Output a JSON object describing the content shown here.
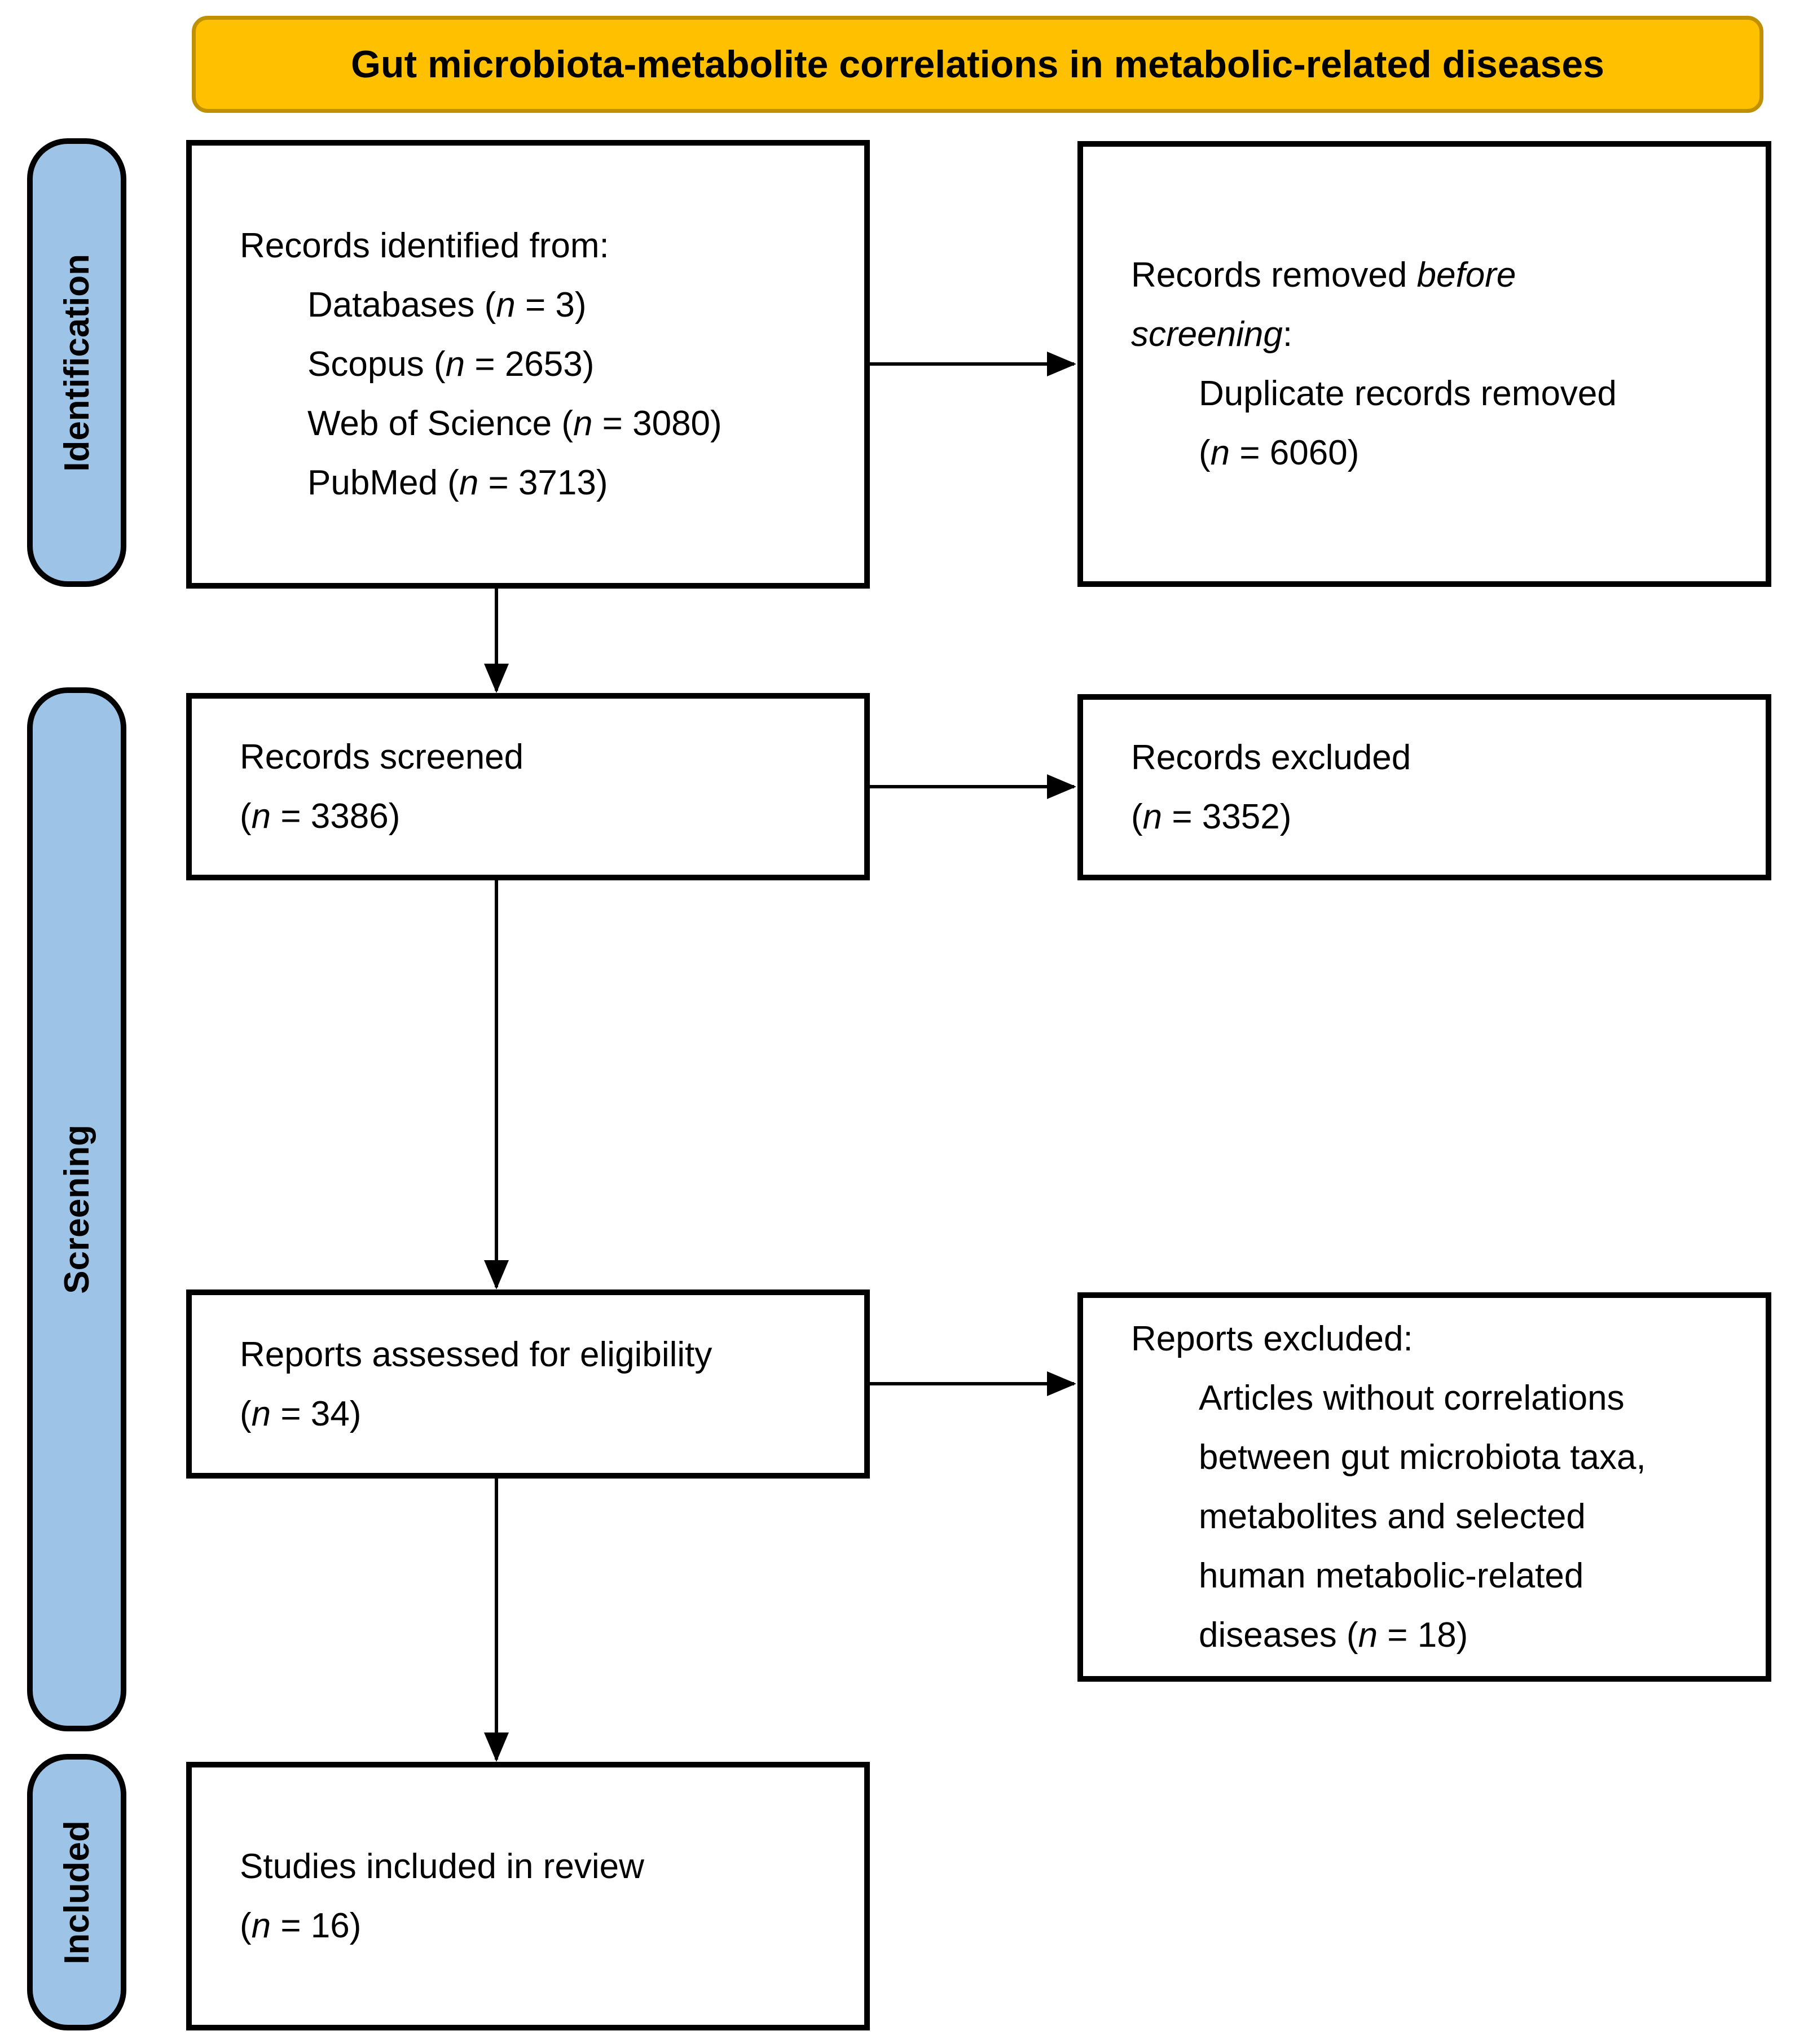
{
  "title": "Gut microbiota-metabolite correlations in metabolic-related diseases",
  "colors": {
    "banner_fill": "#FFC000",
    "banner_border": "#BF9000",
    "stage_fill": "#9DC3E6",
    "box_border": "#000000"
  },
  "stages": {
    "identification": "Identification",
    "screening": "Screening",
    "included": "Included"
  },
  "boxes": {
    "identified": {
      "title": "Records identified from:",
      "items": [
        {
          "pre": "Databases (",
          "n": "n",
          "post": " = 3)"
        },
        {
          "pre": "Scopus (",
          "n": "n",
          "post": " = 2653)"
        },
        {
          "pre": "Web of Science (",
          "n": "n",
          "post": " = 3080)"
        },
        {
          "pre": "PubMed (",
          "n": "n",
          "post": " = 3713)"
        }
      ]
    },
    "removed_before": {
      "pre": "Records removed ",
      "italic1": "before",
      "italic2": "screening",
      "post": ":",
      "item": "Duplicate records removed",
      "count": {
        "pre": "(",
        "n": "n",
        "post": " = 6060)"
      }
    },
    "screened": {
      "title": "Records screened",
      "count": {
        "pre": "(",
        "n": "n",
        "post": " = 3386)"
      }
    },
    "excluded": {
      "title": "Records excluded",
      "count": {
        "pre": "(",
        "n": "n",
        "post": " = 3352)"
      }
    },
    "assessed": {
      "title": "Reports assessed for eligibility",
      "count": {
        "pre": "(",
        "n": "n",
        "post": " = 34)"
      }
    },
    "reports_excluded": {
      "title": "Reports excluded:",
      "lines": [
        "Articles without correlations",
        "between gut microbiota taxa,",
        "metabolites and selected",
        "human metabolic-related"
      ],
      "last_line": {
        "pre": "diseases (",
        "n": "n",
        "post": " = 18)"
      }
    },
    "included_review": {
      "title": "Studies included in review",
      "count": {
        "pre": "(",
        "n": "n",
        "post": " = 16)"
      }
    }
  }
}
